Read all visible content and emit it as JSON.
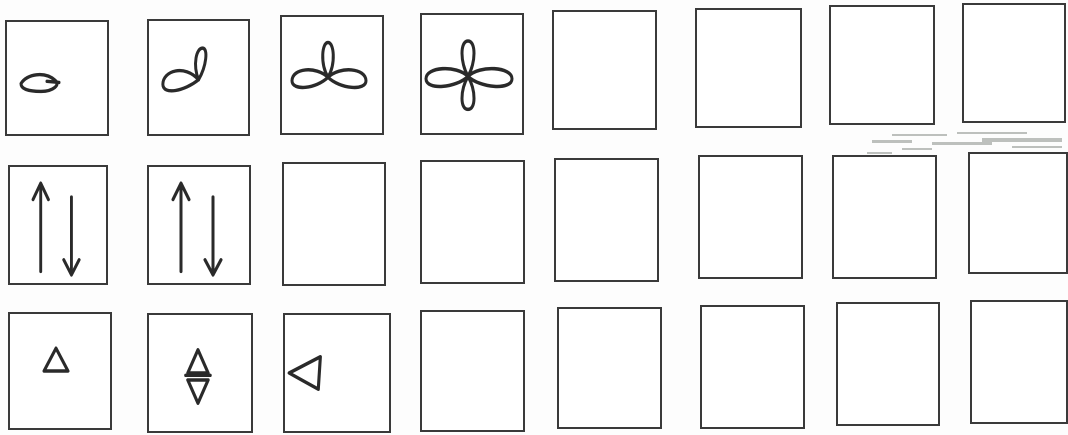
{
  "worksheet": {
    "rows": [
      {
        "name": "petal-pattern-row",
        "cells": [
          {
            "figure": "one-loop-icon"
          },
          {
            "figure": "two-loop-icon"
          },
          {
            "figure": "three-loop-icon"
          },
          {
            "figure": "four-loop-icon"
          },
          {
            "figure": "blank"
          },
          {
            "figure": "blank"
          },
          {
            "figure": "blank"
          },
          {
            "figure": "blank"
          }
        ]
      },
      {
        "name": "arrow-pattern-row",
        "cells": [
          {
            "figure": "up-down-arrows-icon"
          },
          {
            "figure": "up-down-arrows-icon"
          },
          {
            "figure": "blank"
          },
          {
            "figure": "blank"
          },
          {
            "figure": "blank"
          },
          {
            "figure": "blank"
          },
          {
            "figure": "blank"
          },
          {
            "figure": "blank"
          }
        ]
      },
      {
        "name": "triangle-pattern-row",
        "cells": [
          {
            "figure": "triangle-up-icon"
          },
          {
            "figure": "triangle-pair-icon"
          },
          {
            "figure": "triangle-left-icon"
          },
          {
            "figure": "blank"
          },
          {
            "figure": "blank"
          },
          {
            "figure": "blank"
          },
          {
            "figure": "blank"
          },
          {
            "figure": "blank"
          }
        ]
      }
    ],
    "colors": {
      "ink": "#2a2a2a",
      "border": "#3a3a3a",
      "paper": "#fdfdfd",
      "smudge": "#8a8f8a"
    }
  }
}
